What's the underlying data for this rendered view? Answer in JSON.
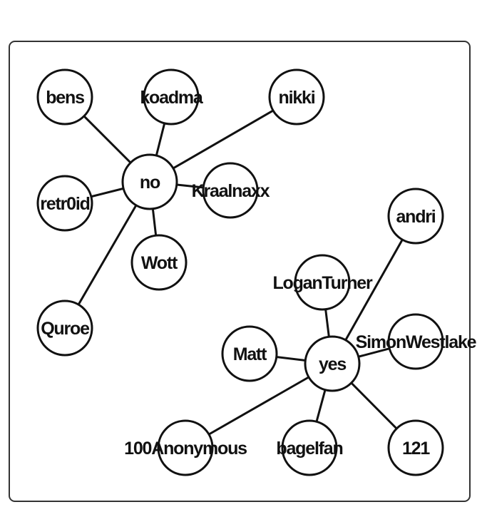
{
  "colors": {
    "stroke": "#111111",
    "node_fill": "#ffffff",
    "frame": "#333333"
  },
  "hubs": [
    {
      "id": "no",
      "label": "no"
    },
    {
      "id": "yes",
      "label": "yes"
    }
  ],
  "leaves": [
    {
      "id": "bens",
      "label": "bens",
      "hub": "no"
    },
    {
      "id": "koadma",
      "label": "koadma",
      "hub": "no"
    },
    {
      "id": "nikki",
      "label": "nikki",
      "hub": "no"
    },
    {
      "id": "retr0id",
      "label": "retr0id",
      "hub": "no"
    },
    {
      "id": "kraalnaxx",
      "label": "Kraalnaxx",
      "hub": "no"
    },
    {
      "id": "wott",
      "label": "Wott",
      "hub": "no"
    },
    {
      "id": "quroe",
      "label": "Quroe",
      "hub": "no"
    },
    {
      "id": "andri",
      "label": "andri",
      "hub": "yes"
    },
    {
      "id": "loganturner",
      "label": "LoganTurner",
      "hub": "yes"
    },
    {
      "id": "simonwestlake",
      "label": "SimonWestlake",
      "hub": "yes"
    },
    {
      "id": "matt",
      "label": "Matt",
      "hub": "yes"
    },
    {
      "id": "100anonymous",
      "label": "100Anonymous",
      "hub": "yes"
    },
    {
      "id": "bagelfan",
      "label": "bagelfan",
      "hub": "yes"
    },
    {
      "id": "121",
      "label": "121",
      "hub": "yes"
    }
  ]
}
